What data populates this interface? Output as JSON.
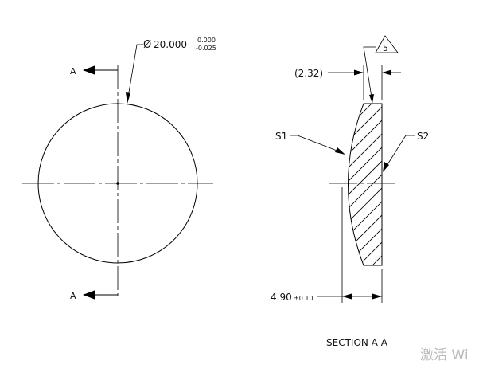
{
  "front_view": {
    "section_label_top": "A",
    "section_label_bottom": "A",
    "diameter_symbol": "Ø",
    "diameter_value": "20.000",
    "tolerance_upper": "0.000",
    "tolerance_lower": "-0.025"
  },
  "section_view": {
    "reference_dim": "(2.32)",
    "flag_note": "5",
    "surface_left": "S1",
    "surface_right": "S2",
    "thickness_value": "4.90",
    "thickness_tolerance": "±0.10",
    "title": "SECTION A-A"
  },
  "watermark": "激活 Wi"
}
